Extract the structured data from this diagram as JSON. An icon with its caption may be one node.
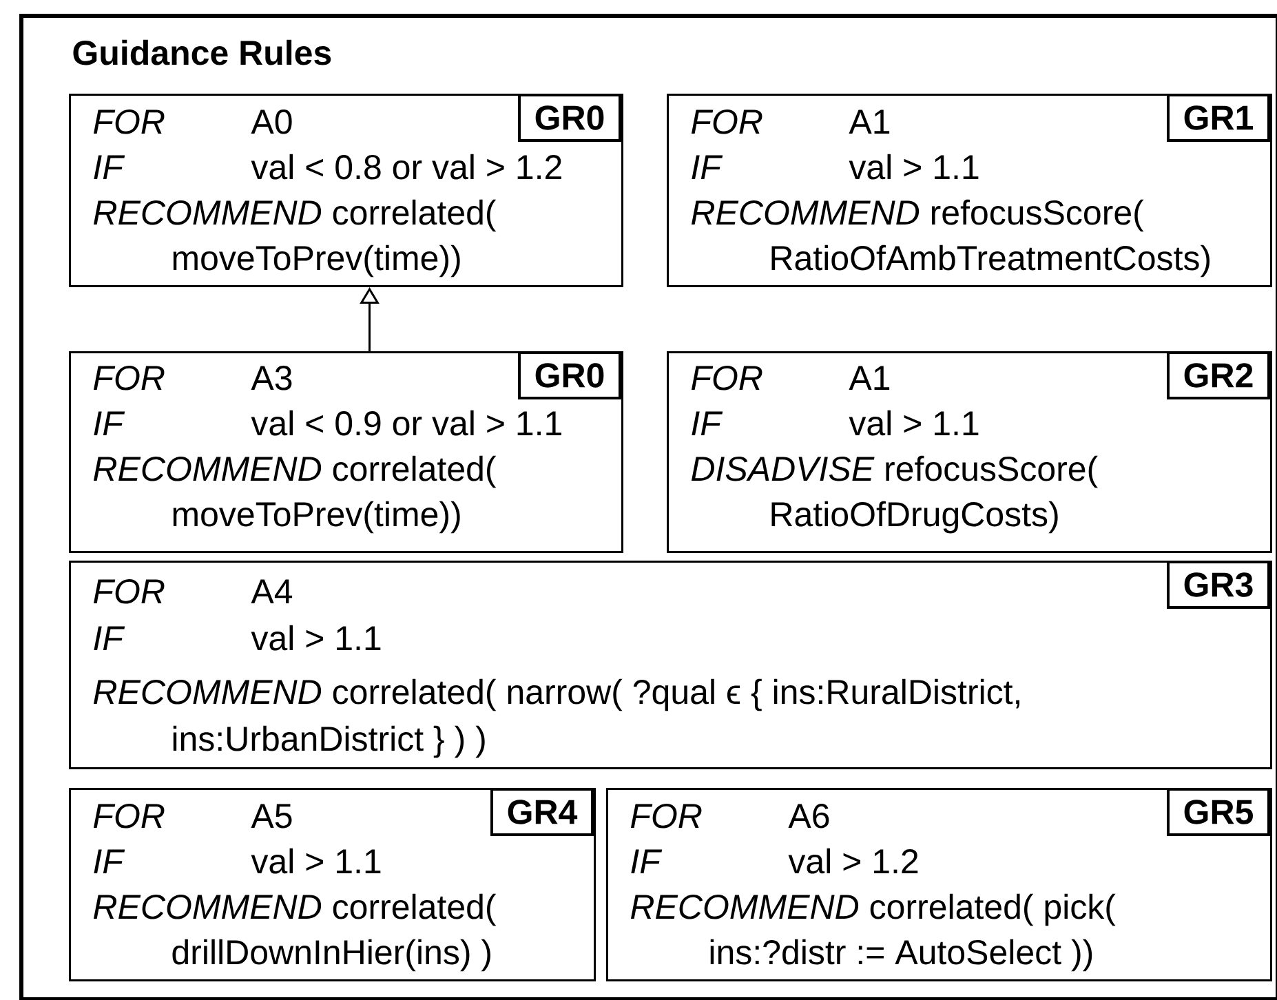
{
  "diagram": {
    "nodes": [
      {
        "text": [
          "Guidance Rules"
        ]
      },
      {
        "text": [
          "FOR",
          "A0",
          "IF",
          "val < 0.8 or val > 1.2",
          "RECOMMEND",
          "correlated( moveToPrev(time))"
        ],
        "in": 0
      },
      {
        "text": [
          "GR0"
        ],
        "in": 1
      },
      {
        "text": [
          "FOR",
          "A1",
          "IF",
          "val > 1.1",
          "RECOMMEND",
          "refocusScore( RatioOfAmbTreatmentCosts)"
        ],
        "in": 0
      },
      {
        "text": [
          "GR1"
        ],
        "in": 3
      },
      {
        "text": [
          "FOR",
          "A3",
          "IF",
          "val < 0.9 or val > 1.1",
          "RECOMMEND",
          "correlated( moveToPrev(time))"
        ],
        "in": 0
      },
      {
        "text": [
          "GR0"
        ],
        "in": 5
      },
      {
        "text": [
          "FOR",
          "A1",
          "IF",
          "val > 1.1",
          "DISADVISE",
          "refocusScore( RatioOfDrugCosts)"
        ],
        "in": 0
      },
      {
        "text": [
          "GR2"
        ],
        "in": 7
      },
      {
        "text": [
          "FOR",
          "A4",
          "IF",
          "val > 1.1",
          "RECOMMEND",
          "correlated( narrow( ?qual ϵ { ins:RuralDistrict, ins:UrbanDistrict } ) )"
        ],
        "in": 0
      },
      {
        "text": [
          "GR3"
        ],
        "in": 9
      },
      {
        "text": [
          "FOR",
          "A5",
          "IF",
          "val > 1.1",
          "RECOMMEND",
          "correlated( drillDownInHier(ins) )"
        ],
        "in": 0
      },
      {
        "text": [
          "GR4"
        ],
        "in": 11
      },
      {
        "text": [
          "FOR",
          "A6",
          "IF",
          "val > 1.2",
          "RECOMMEND",
          "correlated( pick( ins:?distr := AutoSelect ))"
        ],
        "in": 0
      },
      {
        "text": [
          "GR5"
        ],
        "in": 13
      }
    ],
    "edges": [
      {
        "from": 5,
        "to": 1,
        "arrow": "to"
      }
    ]
  }
}
